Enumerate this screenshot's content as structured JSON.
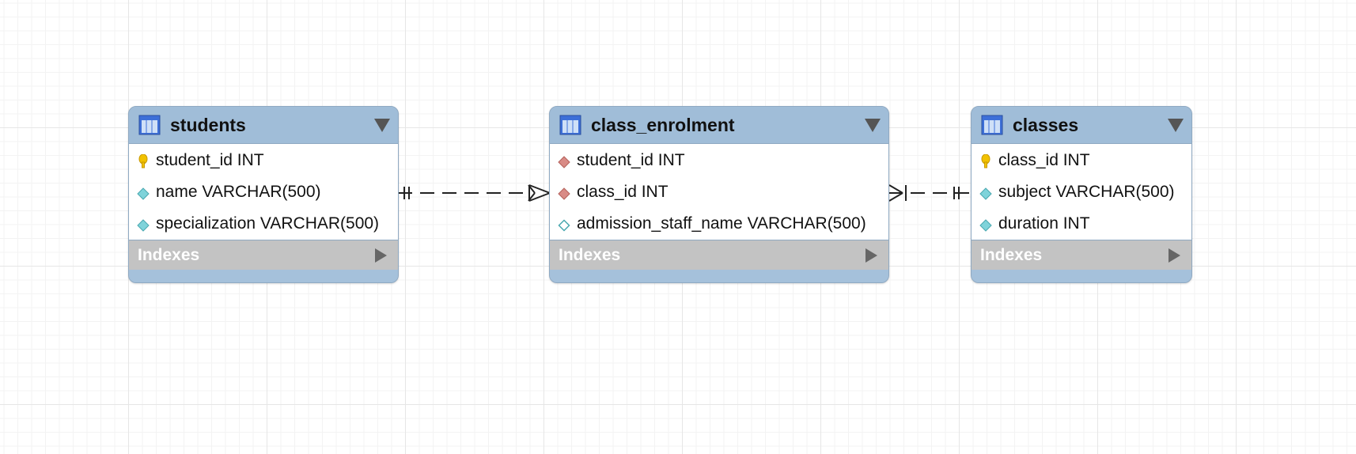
{
  "diagram": {
    "tables": [
      {
        "name": "students",
        "columns": [
          {
            "icon": "primary-key-icon",
            "label": "student_id INT"
          },
          {
            "icon": "column-diamond-icon",
            "label": "name VARCHAR(500)"
          },
          {
            "icon": "column-diamond-icon",
            "label": "specialization VARCHAR(500)"
          }
        ],
        "indexes_label": "Indexes"
      },
      {
        "name": "class_enrolment",
        "columns": [
          {
            "icon": "foreign-key-icon",
            "label": "student_id INT"
          },
          {
            "icon": "foreign-key-icon",
            "label": "class_id INT"
          },
          {
            "icon": "nullable-column-icon",
            "label": "admission_staff_name VARCHAR(500)"
          }
        ],
        "indexes_label": "Indexes"
      },
      {
        "name": "classes",
        "columns": [
          {
            "icon": "primary-key-icon",
            "label": "class_id INT"
          },
          {
            "icon": "column-diamond-icon",
            "label": "subject VARCHAR(500)"
          },
          {
            "icon": "column-diamond-icon",
            "label": "duration INT"
          }
        ],
        "indexes_label": "Indexes"
      }
    ],
    "relationships": [
      {
        "from": "students",
        "to": "class_enrolment",
        "from_cardinality": "one-and-only-one",
        "to_cardinality": "one-or-many",
        "style": "dashed"
      },
      {
        "from": "class_enrolment",
        "to": "classes",
        "from_cardinality": "one-or-many",
        "to_cardinality": "one-and-only-one",
        "style": "dashed"
      }
    ],
    "colors": {
      "header": "#a0bdd8",
      "indexes_bar": "#c3c3c3",
      "primary_key": "#f2c200",
      "column_diamond": "#7fd3da",
      "foreign_key": "#d98b86"
    }
  }
}
